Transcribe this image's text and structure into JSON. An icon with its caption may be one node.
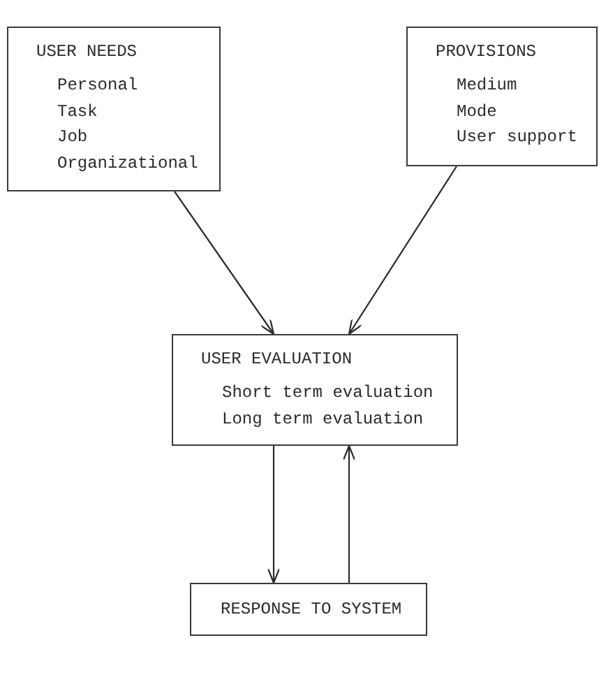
{
  "diagram": {
    "nodes": [
      {
        "text": [
          "USER NEEDS",
          "Personal",
          "Task",
          "Job",
          "Organizational"
        ]
      },
      {
        "text": [
          "PROVISIONS",
          "Medium",
          "Mode",
          "User support"
        ]
      },
      {
        "text": [
          "USER EVALUATION",
          "Short term evaluation",
          "Long term evaluation"
        ]
      },
      {
        "text": [
          "RESPONSE TO SYSTEM"
        ]
      }
    ],
    "edges": [
      {
        "from": 0,
        "to": 2,
        "arrow": "to"
      },
      {
        "from": 1,
        "to": 2,
        "arrow": "to"
      },
      {
        "from": 2,
        "to": 3,
        "arrow": "to"
      },
      {
        "from": 3,
        "to": 2,
        "arrow": "to"
      }
    ]
  }
}
